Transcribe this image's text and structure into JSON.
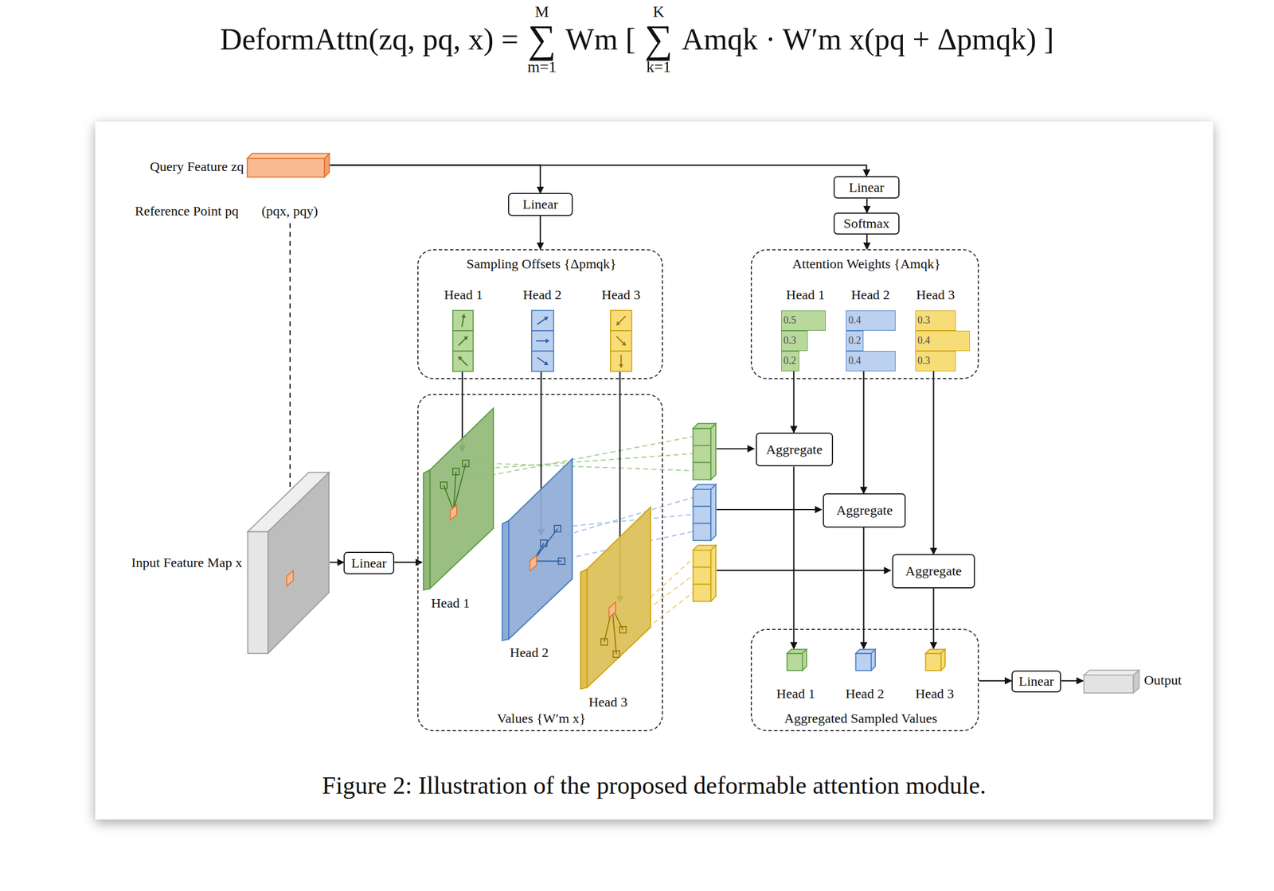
{
  "diagram": {
    "caption": "Figure 2: Illustration of the proposed deformable attention module.",
    "nodes": [
      {
        "text": [
          "Query Feature zq"
        ]
      },
      {
        "text": [
          "Linear"
        ]
      },
      {
        "text": [
          "Linear"
        ]
      },
      {
        "text": [
          "Softmax"
        ]
      },
      {
        "text": [
          "Sampling Offsets {Δpmqk}"
        ]
      },
      {
        "text": [
          "Head 1"
        ],
        "in": 4
      },
      {
        "text": [
          "Head 2"
        ],
        "in": 4
      },
      {
        "text": [
          "Head 3"
        ],
        "in": 4
      },
      {
        "text": [
          "Attention Weights {Amqk}"
        ]
      },
      {
        "text": [
          "Head 1",
          "0.5",
          "0.3",
          "0.2"
        ],
        "in": 8
      },
      {
        "text": [
          "Head 2",
          "0.4",
          "0.2",
          "0.4"
        ],
        "in": 8
      },
      {
        "text": [
          "Head 3",
          "0.3",
          "0.4",
          "0.3"
        ],
        "in": 8
      },
      {
        "text": [
          "Input Feature Map x"
        ]
      },
      {
        "text": [
          "Linear"
        ]
      },
      {
        "text": [
          "Values {W′m x}"
        ]
      },
      {
        "text": [
          "Head 1"
        ],
        "in": 14
      },
      {
        "text": [
          "Head 2"
        ],
        "in": 14
      },
      {
        "text": [
          "Head 3"
        ],
        "in": 14
      },
      {
        "text": [
          "Aggregate"
        ]
      },
      {
        "text": [
          "Aggregate"
        ]
      },
      {
        "text": [
          "Aggregate"
        ]
      },
      {
        "text": [
          "Aggregated Sampled Values"
        ]
      },
      {
        "text": [
          "Head 1"
        ],
        "in": 21
      },
      {
        "text": [
          "Head 2"
        ],
        "in": 21
      },
      {
        "text": [
          "Head 3"
        ],
        "in": 21
      },
      {
        "text": [
          "Linear"
        ]
      },
      {
        "text": [
          "Output"
        ]
      }
    ],
    "edges": [
      {
        "from": 0,
        "to": 1,
        "arrow": "to"
      },
      {
        "from": 0,
        "to": 2,
        "arrow": "to"
      },
      {
        "from": 1,
        "to": 4,
        "arrow": "to"
      },
      {
        "from": 2,
        "to": 3,
        "arrow": "to"
      },
      {
        "from": 3,
        "to": 8,
        "arrow": "to"
      },
      {
        "from": 5,
        "to": 15,
        "arrow": "to"
      },
      {
        "from": 6,
        "to": 16,
        "arrow": "to"
      },
      {
        "from": 7,
        "to": 17,
        "arrow": "to"
      },
      {
        "from": 12,
        "to": 13,
        "arrow": "to"
      },
      {
        "from": 13,
        "to": 15,
        "arrow": "to"
      },
      {
        "from": 9,
        "to": 18,
        "arrow": "to"
      },
      {
        "from": 10,
        "to": 19,
        "arrow": "to"
      },
      {
        "from": 11,
        "to": 20,
        "arrow": "to"
      },
      {
        "from": 18,
        "to": 22,
        "arrow": "to"
      },
      {
        "from": 19,
        "to": 23,
        "arrow": "to"
      },
      {
        "from": 20,
        "to": 24,
        "arrow": "to"
      },
      {
        "from": 21,
        "to": 25,
        "arrow": "to"
      },
      {
        "from": 25,
        "to": 26,
        "arrow": "to"
      }
    ],
    "labels": [
      "DeformAttn(zq, pq, x) =",
      "M",
      "∑",
      "m=1",
      "Wm [",
      "K",
      "∑",
      "k=1",
      "Amqk · W′m x(pq + Δpmqk) ]",
      "Reference Point pq",
      "(pqx, pqy)"
    ]
  }
}
